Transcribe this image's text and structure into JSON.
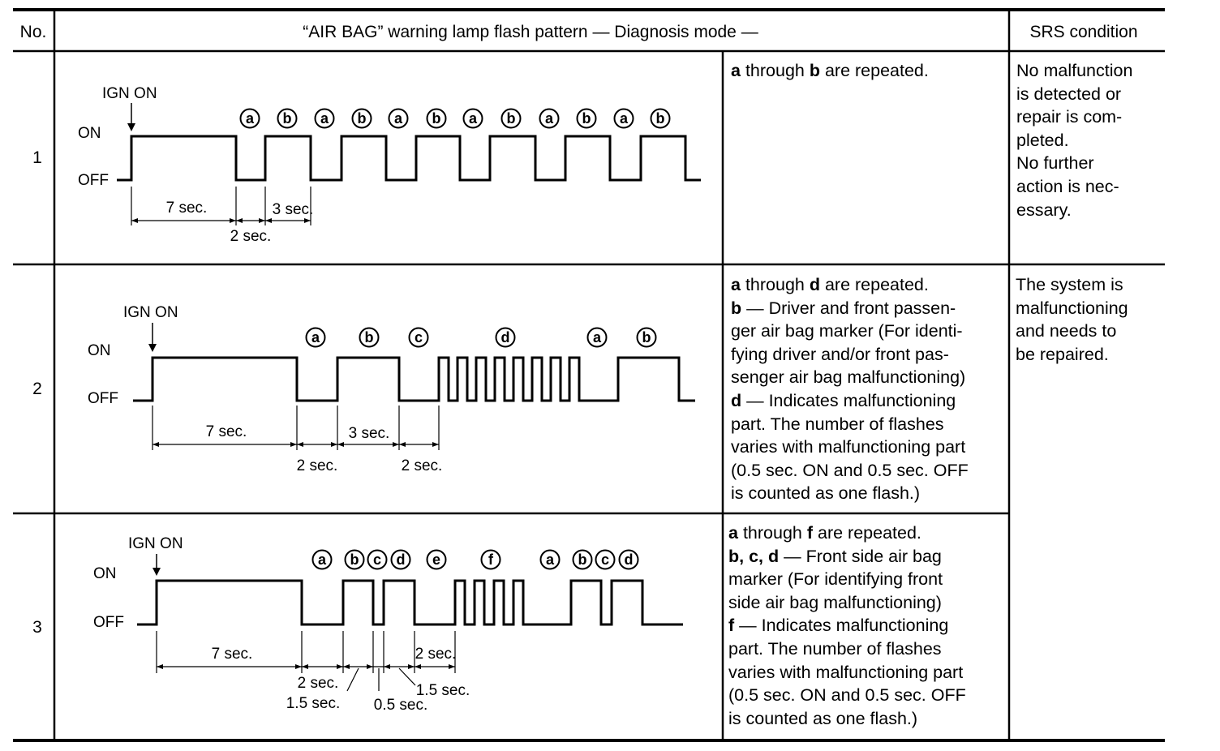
{
  "header": {
    "no": "No.",
    "pattern": "“AIR BAG” warning lamp flash pattern — Diagnosis mode —",
    "srs": "SRS condition"
  },
  "rows": [
    {
      "no": "1",
      "diagram": {
        "ign": "IGN ON",
        "on": "ON",
        "off": "OFF",
        "markers": [
          "a",
          "b",
          "a",
          "b",
          "a",
          "b",
          "a",
          "b",
          "a",
          "b",
          "a",
          "b"
        ],
        "times": [
          "7 sec.",
          "2 sec.",
          "3 sec."
        ]
      },
      "desc": [
        {
          "bold": "a",
          "text": " through "
        },
        {
          "bold": "b",
          "text": " are repeated."
        }
      ],
      "srs": [
        "No malfunction",
        "is detected or",
        "repair is com-",
        "pleted.",
        "No further",
        "action is nec-",
        "essary."
      ]
    },
    {
      "no": "2",
      "diagram": {
        "ign": "IGN ON",
        "on": "ON",
        "off": "OFF",
        "markers": [
          "a",
          "b",
          "c",
          "d",
          "a",
          "b"
        ],
        "times": [
          "7 sec.",
          "2 sec.",
          "3 sec.",
          "2 sec."
        ]
      },
      "desc_lines": [
        "a through d are repeated.",
        "b  — Driver and front passen-",
        "ger air bag marker (For identi-",
        "fying driver and/or front pas-",
        "senger air bag malfunctioning)",
        "d  — Indicates malfunctioning",
        "part. The number of flashes",
        "varies with malfunctioning part",
        "(0.5 sec. ON and 0.5 sec. OFF",
        "is counted as one flash.)"
      ],
      "srs": [
        "The system is",
        "malfunctioning",
        "and needs to",
        "be repaired."
      ]
    },
    {
      "no": "3",
      "diagram": {
        "ign": "IGN ON",
        "on": "ON",
        "off": "OFF",
        "markers": [
          "a",
          "b",
          "c",
          "d",
          "e",
          "f",
          "a",
          "b",
          "c",
          "d"
        ],
        "times": [
          "7 sec.",
          "2 sec.",
          "1.5 sec.",
          "0.5 sec.",
          "1.5 sec.",
          "2 sec."
        ]
      },
      "desc_lines": [
        "a through f are repeated.",
        "b, c, d  — Front side air bag",
        "marker (For identifying front",
        "side air bag malfunctioning)",
        "f  — Indicates malfunctioning",
        "part. The number of flashes",
        "varies with malfunctioning part",
        "(0.5 sec. ON and 0.5 sec. OFF",
        "is counted as one flash.)"
      ]
    }
  ]
}
